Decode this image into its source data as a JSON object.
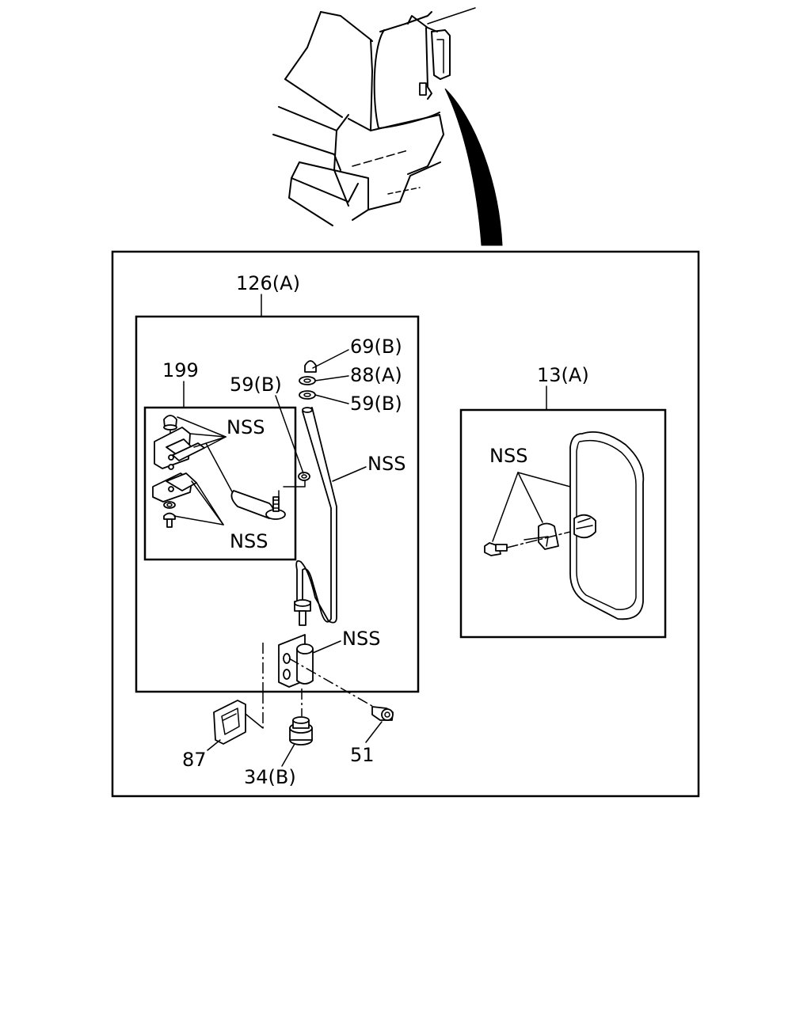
{
  "diagram": {
    "labels": {
      "assembly_126a": "126(A)",
      "part_199": "199",
      "part_69b": "69(B)",
      "part_88a": "88(A)",
      "part_59b_top": "59(B)",
      "part_59b_left": "59(B)",
      "nss_bracket_top": "NSS",
      "nss_bracket_bottom": "NSS",
      "nss_arm": "NSS",
      "nss_hinge": "NSS",
      "mirror_13a": "13(A)",
      "nss_mirror": "NSS",
      "part_87": "87",
      "part_34b": "34(B)",
      "part_51": "51"
    }
  }
}
